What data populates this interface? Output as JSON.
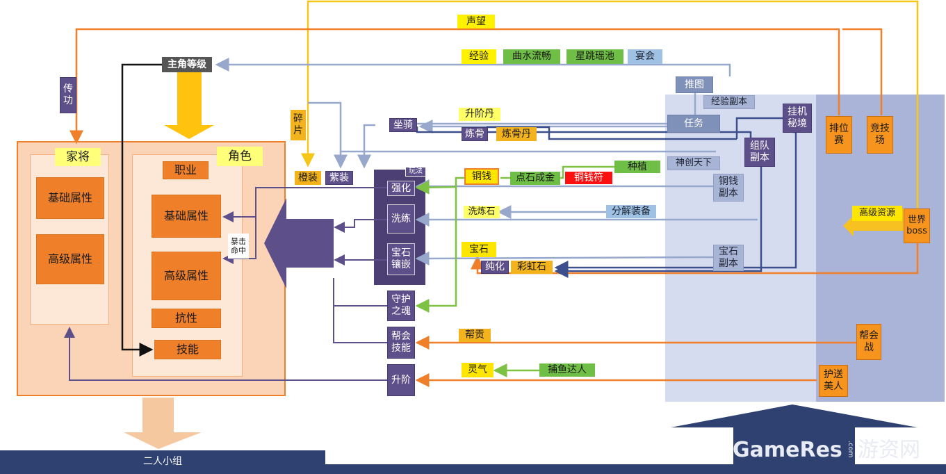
{
  "labels": {
    "prestige": "声望",
    "shards": "碎\n片",
    "transfer": "传\n功",
    "main_level": "主角等级",
    "exp": "经验",
    "qushui": "曲水流畅",
    "xingtiao": "星跳瑶池",
    "banquet": "宴会",
    "push_map": "推图",
    "exp_dungeon": "经验副本",
    "task": "任务",
    "hangup": "挂机\n秘境",
    "ranked": "排位\n赛",
    "arena": "竞技\n场",
    "team_dungeon": "组队\n副本",
    "shenchuang": "神创天下",
    "copper_dungeon": "铜钱\n副本",
    "gem_dungeon": "宝石\n副本",
    "world_boss": "世界\nboss",
    "high_resources": "高级资源",
    "guild_war": "帮会\n战",
    "escort": "护送\n美人",
    "advance_pill": "升阶丹",
    "refine_bone": "炼骨",
    "refine_bone_pill": "炼骨丹",
    "plant": "种植",
    "copper": "铜钱",
    "midas": "点石成金",
    "copper_charm": "铜钱符",
    "wash_stone": "洗炼石",
    "decompose": "分解装备",
    "gem": "宝石",
    "purify": "纯化",
    "rainbow_stone": "彩虹石",
    "guild_contrib": "帮贡",
    "aura": "灵气",
    "fishing": "捕鱼达人",
    "mount": "坐骑",
    "orange_gear": "橙装",
    "purple_gear": "紫装",
    "gameplay": "玩法",
    "strengthen": "强化",
    "wash": "洗练",
    "gem_inlay": "宝石\n镶嵌",
    "guardian_soul": "守护\n之魂",
    "guild_skill": "帮会\n技能",
    "ascend": "升阶",
    "general": "家将",
    "general_basic": "基础属性",
    "general_advanced": "高级属性",
    "character": "角色",
    "profession": "职业",
    "char_basic": "基础属性",
    "char_advanced": "高级属性",
    "resistance": "抗性",
    "skill": "技能",
    "crit_hit": "暴击\n命中",
    "duo_group": "二人小组",
    "watermark_brand": "GameRes",
    "watermark_com": ".com",
    "watermark_cn": "游资网"
  },
  "colors": {
    "orange_flow": "#ef7f28",
    "steel_flow": "#97a8cc",
    "navy_flow": "#3a4f8c",
    "green_flow": "#7dc242",
    "gold_flow": "#f5c518",
    "purple_flow": "#5d4f8a",
    "black_flow": "#111111"
  }
}
